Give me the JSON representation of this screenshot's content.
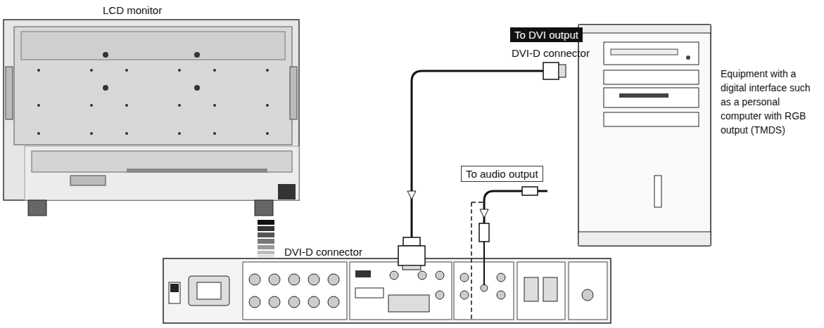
{
  "diagram": {
    "nodes": [
      {
        "text": [
          "To DVI output"
        ]
      },
      {
        "text": [
          "To audio output"
        ]
      }
    ],
    "labels": [
      "LCD monitor",
      "DVI-D connector",
      "Equipment with a digital interface such as a personal computer with RGB output (TMDS)",
      "DVI-D connector"
    ]
  }
}
